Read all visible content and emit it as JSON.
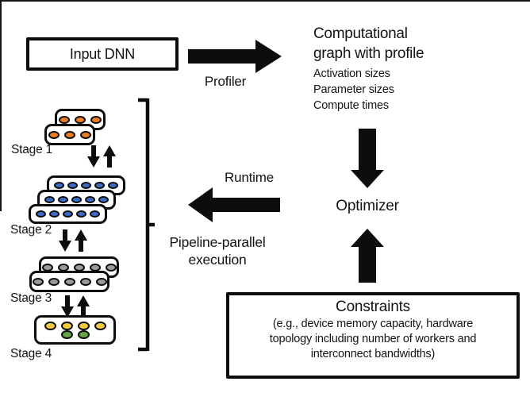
{
  "nodes": {
    "input_dnn": "Input DNN",
    "profiler": "Profiler",
    "graph_title_1": "Computational",
    "graph_title_2": "graph with profile",
    "graph_items": [
      "Activation sizes",
      "Parameter sizes",
      "Compute times"
    ],
    "optimizer": "Optimizer",
    "runtime": "Runtime",
    "pipeline_1": "Pipeline-parallel",
    "pipeline_2": "execution",
    "constraints_title": "Constraints",
    "constraints_lines": [
      "(e.g., device memory capacity, hardware",
      "topology including number of workers and",
      "interconnect bandwidths)"
    ]
  },
  "stages": [
    {
      "label": "Stage 1",
      "layers": 2,
      "dots_per_layer": 3,
      "dot_color": "#EF7D22"
    },
    {
      "label": "Stage 2",
      "layers": 3,
      "dots_per_layer": 5,
      "dot_color": "#3B6BC6"
    },
    {
      "label": "Stage 3",
      "layers": 2,
      "dots_per_layer": 5,
      "dot_color": "#9C9C9C"
    },
    {
      "label": "Stage 4",
      "layers": 1,
      "rows": [
        {
          "dots": 4,
          "color": "#F3C93F"
        },
        {
          "dots": 2,
          "color": "#62A744"
        }
      ]
    }
  ],
  "colors": {
    "arrow": "#0d0d0d",
    "box_border": "#0d0d0d",
    "background": "#ffffff",
    "orange_dot": "#EF7D22",
    "blue_dot": "#3B6BC6",
    "gray_dot": "#9C9C9C",
    "yellow_dot": "#F3C93F",
    "green_dot": "#62A744"
  }
}
